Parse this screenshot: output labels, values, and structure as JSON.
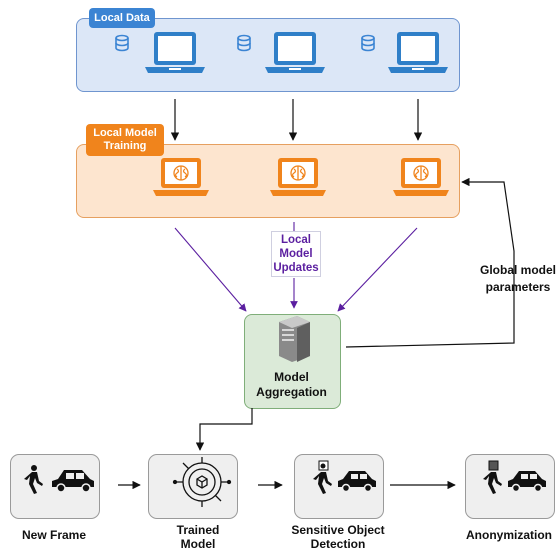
{
  "local_data_label": "Local Data",
  "local_training_label": "Local Model Training",
  "local_updates_label": "Local Model Updates",
  "aggregation_label": "Model Aggregation",
  "global_params_label": "Global model parameters",
  "pipeline": [
    {
      "label": "New Frame"
    },
    {
      "label": "Trained Model"
    },
    {
      "label": "Sensitive Object Detection"
    },
    {
      "label": "Anonymization"
    }
  ],
  "colors": {
    "data_panel": "#dce7f7",
    "training_panel": "#fde5cf",
    "aggregation_panel": "#dbead8",
    "updates_arrow": "#5b1fa0",
    "laptop_blue": "#2f7fc8",
    "laptop_orange": "#f0841c"
  },
  "icons": [
    "database-icon",
    "laptop-icon",
    "brain-icon",
    "server-icon",
    "pedestrian-icon",
    "car-icon",
    "model-chip-icon"
  ]
}
